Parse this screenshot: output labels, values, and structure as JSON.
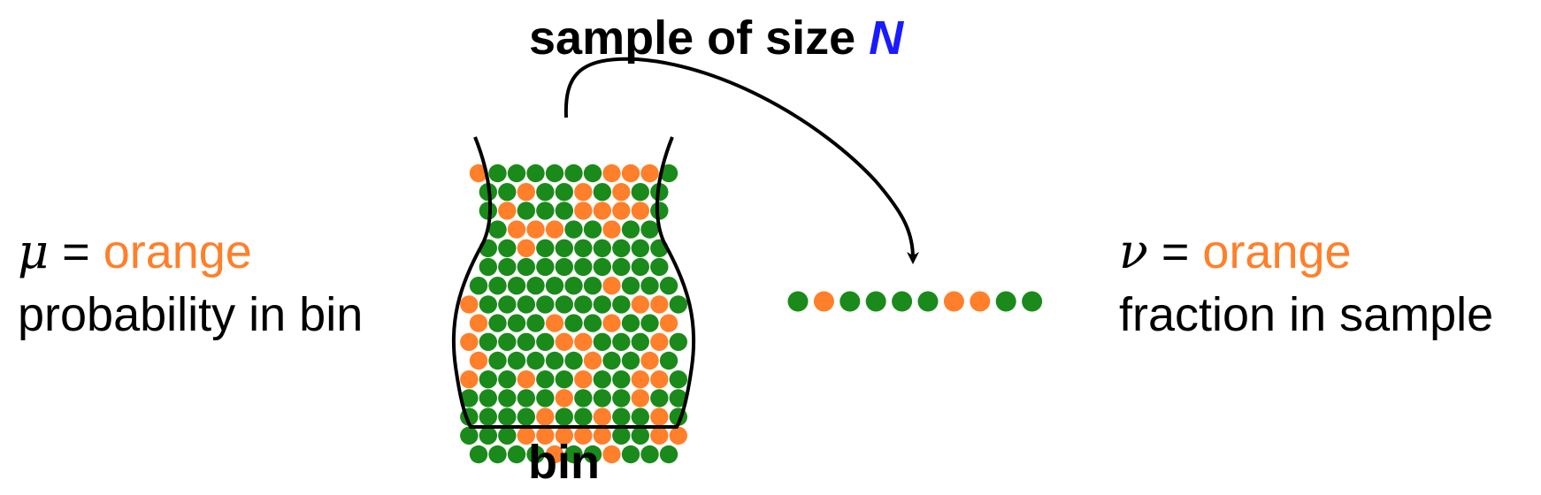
{
  "title": {
    "text": "sample of size",
    "var": "N"
  },
  "left": {
    "symbol": "μ",
    "equals": "=",
    "word": "orange",
    "caption": "probability in bin"
  },
  "right": {
    "symbol": "ν",
    "equals": "=",
    "word": "orange",
    "caption": "fraction in sample"
  },
  "bin_label": "bin",
  "colors": {
    "orange": "#ff7f2a",
    "green": "#1a8a1a",
    "blue": "#1a1aff",
    "stroke": "#000000"
  },
  "bin_rows": [
    "oggggggooog",
    "ggoggogogg",
    "gogggoooog",
    "goooggogg",
    "ggoggggggg",
    "gggggggggg",
    "gggggggoggg",
    "oggggggggoog",
    "ogggoggoggo",
    "oggggoogggog",
    "ogggggoggog",
    "oggoggoggoog",
    "gggggogggogg",
    "ggggoggoggog",
    "gggoooooggoo",
    "ggggoggoggg"
  ],
  "sample": [
    "g",
    "o",
    "g",
    "g",
    "g",
    "g",
    "o",
    "o",
    "g",
    "g"
  ]
}
